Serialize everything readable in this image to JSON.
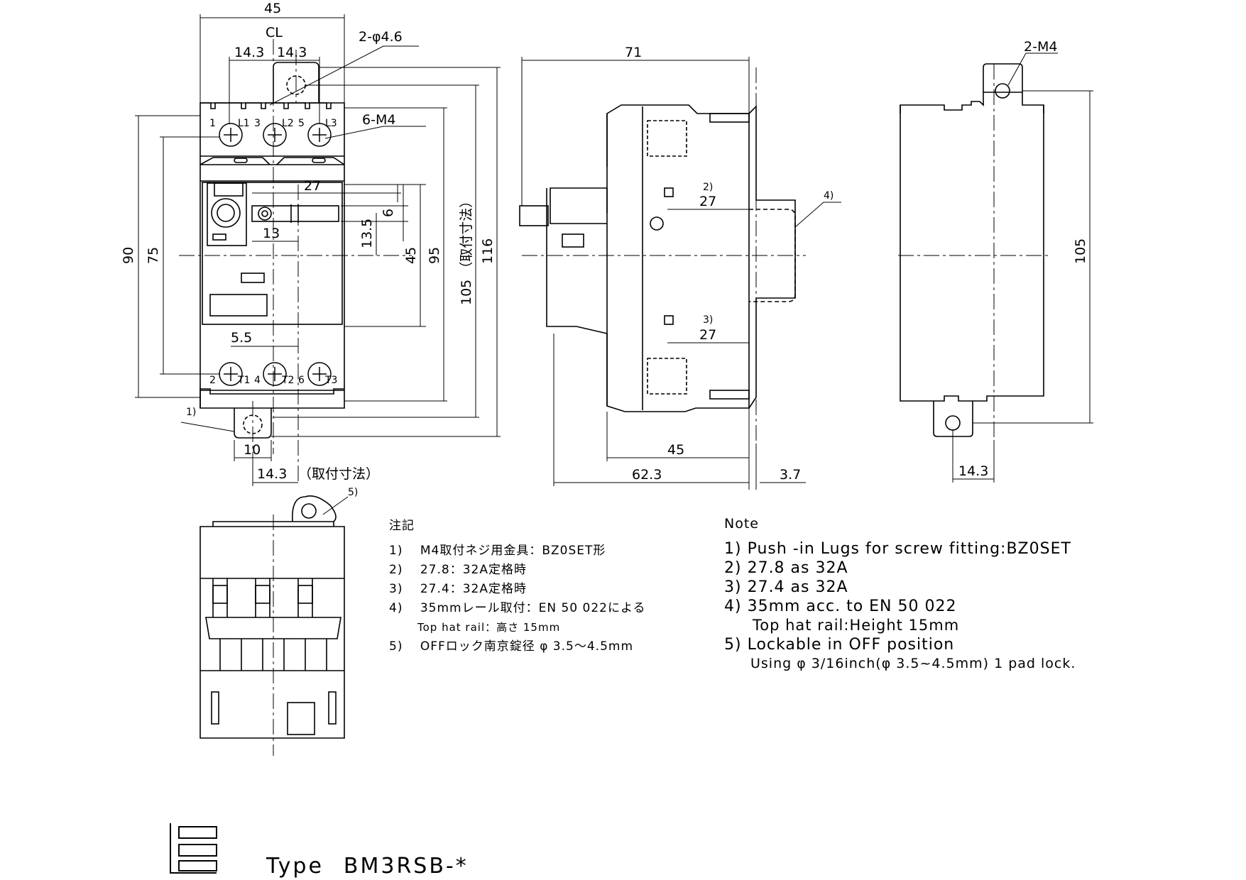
{
  "front_view": {
    "width_45": "45",
    "centerline": "CL",
    "pitch_left": "14.3",
    "pitch_right": "14.3",
    "hole_callout": "2-φ4.6",
    "screw_callout": "6-M4",
    "terminals_top": [
      "1",
      "L1",
      "3",
      "L2",
      "5",
      "L3"
    ],
    "terminals_bottom": [
      "2",
      "T1",
      "4",
      "T2",
      "6",
      "T3"
    ],
    "dim_27": "27",
    "dim_6": "6",
    "dim_13_5": "13.5",
    "dim_13": "13",
    "dim_5_5": "5.5",
    "dim_10": "10",
    "dim_14_3_bottom": "14.3",
    "mount_note": "（取付寸法）",
    "dim_90": "90",
    "dim_75": "75",
    "dim_45_v": "45",
    "dim_95": "95",
    "dim_105": "105 （取付寸法）",
    "dim_116": "116",
    "callout_1": "1)"
  },
  "side_view": {
    "dim_71": "71",
    "dim_27_top": "27",
    "dim_27_bottom": "27",
    "note_2": "2)",
    "note_3": "3)",
    "note_4": "4)",
    "dim_45": "45",
    "dim_62_3": "62.3",
    "dim_3_7": "3.7"
  },
  "mount_view": {
    "screw_callout": "2-M4",
    "dim_105": "105",
    "dim_14_3": "14.3"
  },
  "bottom_view": {
    "callout_5": "5)"
  },
  "notes_jp": {
    "heading": "注記",
    "items": [
      "1)　 M4取付ネジ用金具：BZ0SET形",
      "2)　 27.8：32A定格時",
      "3)　 27.4：32A定格時",
      "4)　 35mmレール取付：EN 50 022による",
      "Top hat rail：高さ 15mm",
      "5)　 OFFロック南京錠径 φ 3.5～4.5mm"
    ]
  },
  "notes_en": {
    "heading": "Note",
    "items": [
      "1) Push -in Lugs for screw fitting:BZ0SET",
      "2) 27.8 as 32A",
      "3) 27.4 as 32A",
      "4) 35mm acc. to EN 50 022",
      "Top hat rail:Height 15mm",
      "5) Lockable in OFF position",
      "Using φ 3/16inch(φ 3.5~4.5mm) 1 pad lock."
    ]
  },
  "type": {
    "label": "Type",
    "model": "BM3RSB-*"
  }
}
